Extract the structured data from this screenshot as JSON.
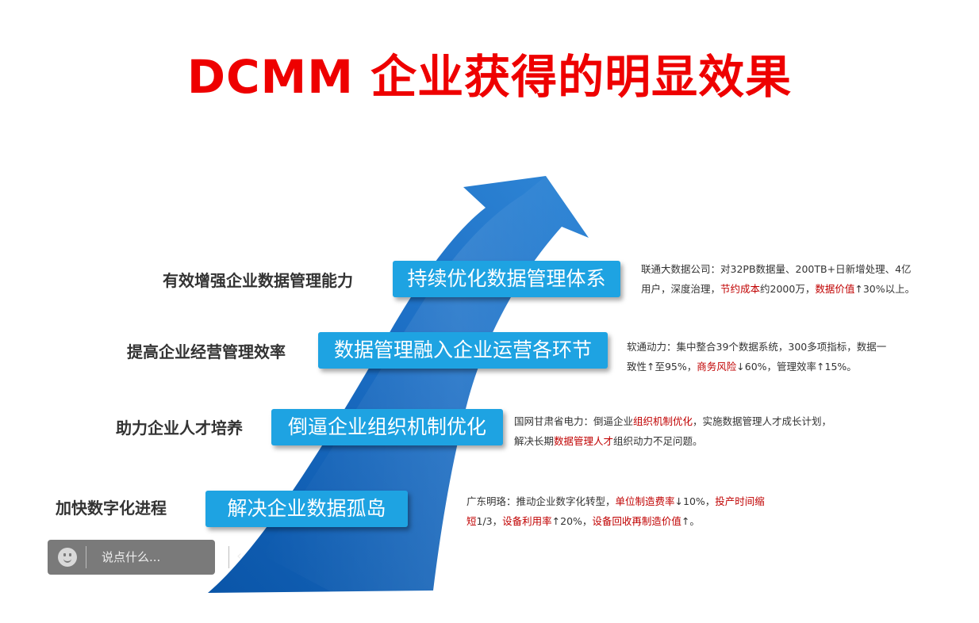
{
  "title": "DCMM 企业获得的明显效果",
  "rows": [
    {
      "left": "有效增强企业数据管理能力",
      "box": "持续优化数据管理体系",
      "desc": [
        [
          {
            "t": "联通大数据公司：对32PB数据量、200TB+日新增处理、4亿"
          }
        ],
        [
          {
            "t": "用户，深度治理，"
          },
          {
            "t": "节约成本",
            "h": true
          },
          {
            "t": "约2000万，"
          },
          {
            "t": "数据价值",
            "h": true
          },
          {
            "t": "↑30%以上。"
          }
        ]
      ]
    },
    {
      "left": "提高企业经营管理效率",
      "box": "数据管理融入企业运营各环节",
      "desc": [
        [
          {
            "t": "软通动力：集中整合39个数据系统，300多项指标，数据一"
          }
        ],
        [
          {
            "t": "致性↑至95%，"
          },
          {
            "t": "商务风险",
            "h": true
          },
          {
            "t": "↓60%，管理效率↑15%。"
          }
        ]
      ]
    },
    {
      "left": "助力企业人才培养",
      "box": "倒逼企业组织机制优化",
      "desc": [
        [
          {
            "t": "国网甘肃省电力：倒逼企业"
          },
          {
            "t": "组织机制优化",
            "h": true
          },
          {
            "t": "，实施数据管理人才成长计划，"
          }
        ],
        [
          {
            "t": "解决长期"
          },
          {
            "t": "数据管理人才",
            "h": true
          },
          {
            "t": "组织动力不足问题。"
          }
        ]
      ]
    },
    {
      "left": "加快数字化进程",
      "box": "解决企业数据孤岛",
      "desc": [
        [
          {
            "t": "广东明珞：推动企业数字化转型，"
          },
          {
            "t": "单位制造费率",
            "h": true
          },
          {
            "t": "↓10%，"
          },
          {
            "t": "投产时间缩",
            "h": true
          }
        ],
        [
          {
            "t": "短",
            "h": true
          },
          {
            "t": "1/3，"
          },
          {
            "t": "设备利用率",
            "h": true
          },
          {
            "t": "↑20%，"
          },
          {
            "t": "设备回收再制造价值",
            "h": true
          },
          {
            "t": "↑。"
          }
        ]
      ]
    }
  ],
  "chat": {
    "icon": "smile-icon",
    "placeholder": "说点什么...",
    "collapse_icon": "chevron-left-icon"
  },
  "colors": {
    "title": "#ee0000",
    "box": "#1ea3e2",
    "highlight": "#c00000",
    "arrow_dark": "#0a55a8",
    "arrow_light": "#2f86d6"
  }
}
